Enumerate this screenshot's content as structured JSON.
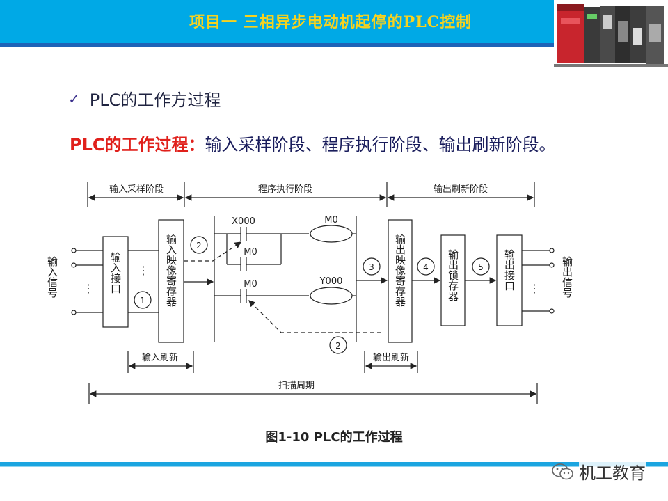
{
  "header": {
    "title": "项目一  三相异步电动机起停的PLC控制"
  },
  "slide": {
    "bullet": "PLC的工作方过程",
    "subtitle_red": "PLC的工作过程：",
    "subtitle_blue": "输入采样阶段、程序执行阶段、输出刷新阶段。"
  },
  "diagram": {
    "phase_input": "输入采样阶段",
    "phase_program": "程序执行阶段",
    "phase_output": "输出刷新阶段",
    "input_signal": "输入信号",
    "input_interface": "输入接口",
    "input_image": "输入映像寄存器",
    "output_image": "输出映像寄存器",
    "output_latch": "输出锁存器",
    "output_interface": "输出接口",
    "output_signal": "输出信号",
    "contact_x000": "X000",
    "contact_m0_a": "M0",
    "contact_m0_b": "M0",
    "coil_m0": "M0",
    "coil_y000": "Y000",
    "step1": "1",
    "step2a": "2",
    "step2b": "2",
    "step3": "3",
    "step4": "4",
    "step5": "5",
    "dots": "⋮",
    "input_refresh": "输入刷新",
    "output_refresh": "输出刷新",
    "scan_cycle": "扫描周期"
  },
  "caption": "图1-10   PLC的工作过程",
  "brand": {
    "name": "机工教育",
    "icon": "wechat-icon"
  },
  "colors": {
    "header_bg": "#00a9e6",
    "header_text": "#f7d21f",
    "accent_red": "#e0201b",
    "text_blue": "#1a1d5c"
  }
}
